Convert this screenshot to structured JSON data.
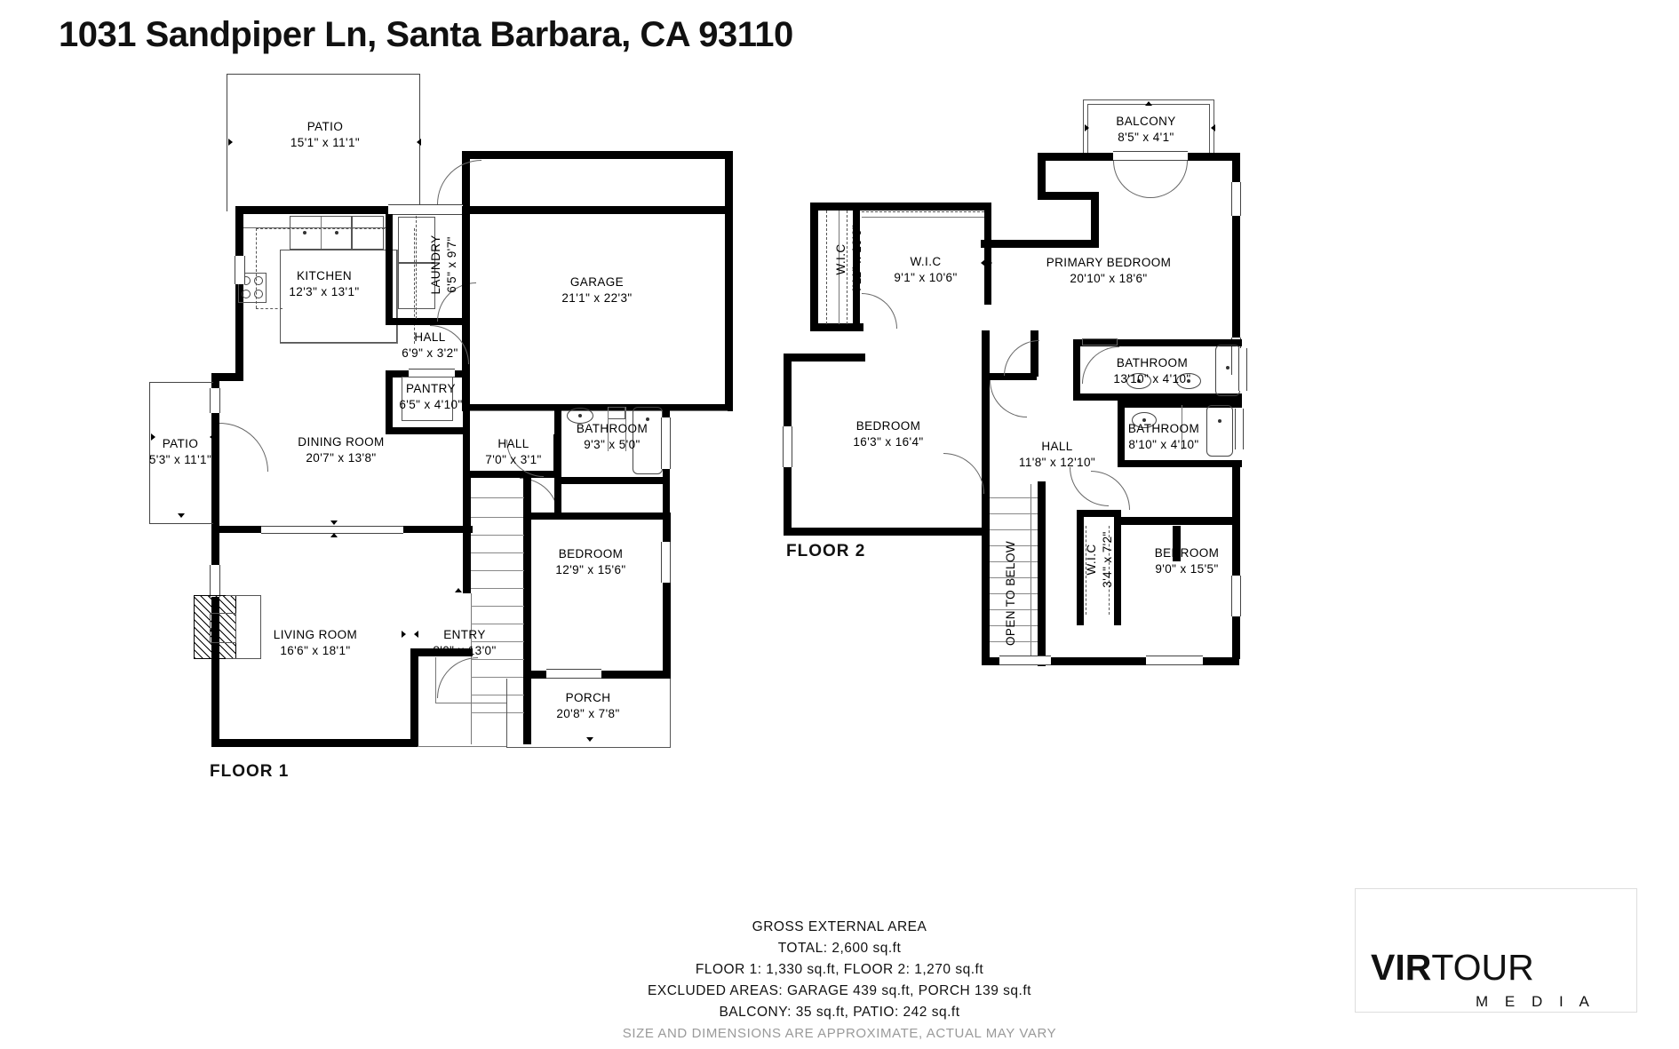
{
  "title": "1031 Sandpiper Ln, Santa Barbara, CA 93110",
  "floors": [
    {
      "id": "floor1",
      "caption": "FLOOR 1",
      "rooms": [
        {
          "name": "PATIO",
          "dim": "15'1\" x 11'1\""
        },
        {
          "name": "KITCHEN",
          "dim": "12'3\" x 13'1\""
        },
        {
          "name": "LAUNDRY",
          "dim": "6'5\" x 9'7\""
        },
        {
          "name": "GARAGE",
          "dim": "21'1\" x 22'3\""
        },
        {
          "name": "HALL",
          "dim": "6'9\" x 3'2\""
        },
        {
          "name": "PANTRY",
          "dim": "6'5\" x 4'10\""
        },
        {
          "name": "PATIO",
          "dim": "5'3\" x 11'1\""
        },
        {
          "name": "DINING ROOM",
          "dim": "20'7\" x 13'8\""
        },
        {
          "name": "HALL",
          "dim": "7'0\" x 3'1\""
        },
        {
          "name": "BATHROOM",
          "dim": "9'3\" x 5'0\""
        },
        {
          "name": "BEDROOM",
          "dim": "12'9\" x 15'6\""
        },
        {
          "name": "LIVING ROOM",
          "dim": "16'6\" x 18'1\""
        },
        {
          "name": "ENTRY",
          "dim": "8'0\" x 13'0\""
        },
        {
          "name": "PORCH",
          "dim": "20'8\" x 7'8\""
        }
      ]
    },
    {
      "id": "floor2",
      "caption": "FLOOR 2",
      "rooms": [
        {
          "name": "BALCONY",
          "dim": "8'5\" x 4'1\""
        },
        {
          "name": "W.I.C",
          "dim": "4'11\" x 10'6\""
        },
        {
          "name": "W.I.C",
          "dim": "9'1\" x 10'6\""
        },
        {
          "name": "PRIMARY BEDROOM",
          "dim": "20'10\" x 18'6\""
        },
        {
          "name": "BATHROOM",
          "dim": "13'10\" x 4'10\""
        },
        {
          "name": "BATHROOM",
          "dim": "8'10\" x 4'10\""
        },
        {
          "name": "BEDROOM",
          "dim": "16'3\" x 16'4\""
        },
        {
          "name": "HALL",
          "dim": "11'8\" x 12'10\""
        },
        {
          "name": "W.I.C",
          "dim": "3'4\" x 7'2\""
        },
        {
          "name": "BEDROOM",
          "dim": "9'0\" x 15'5\""
        },
        {
          "name": "OPEN TO BELOW",
          "dim": ""
        }
      ]
    }
  ],
  "footer": {
    "line1": "GROSS EXTERNAL AREA",
    "line2": "TOTAL: 2,600 sq.ft",
    "line3": "FLOOR 1: 1,330 sq.ft, FLOOR 2: 1,270 sq.ft",
    "line4": "EXCLUDED AREAS: GARAGE 439 sq.ft, PORCH 139 sq.ft",
    "line5": "BALCONY: 35 sq.ft, PATIO: 242 sq.ft",
    "disclaimer": "SIZE AND DIMENSIONS ARE APPROXIMATE, ACTUAL MAY VARY"
  },
  "logo": {
    "part1": "V",
    "part2": "IR",
    "part3": "TOUR",
    "sub": "M E D I A"
  }
}
